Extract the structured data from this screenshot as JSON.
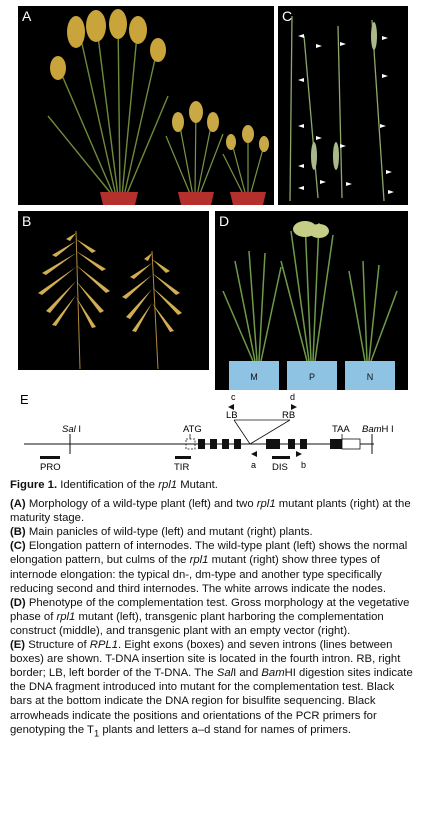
{
  "panels": {
    "a": {
      "letter": "A"
    },
    "b": {
      "letter": "B"
    },
    "c": {
      "letter": "C"
    },
    "d": {
      "letter": "D",
      "pot_labels": [
        "M",
        "P",
        "N"
      ]
    },
    "e": {
      "letter": "E"
    }
  },
  "gene_diagram": {
    "labels": {
      "sal": "Sal",
      "sal_suffix": " I",
      "atg": "ATG",
      "lb": "LB",
      "rb": "RB",
      "taa": "TAA",
      "bam": "Bam",
      "bam_suffix": "H I",
      "pro": "PRO",
      "tir": "TIR",
      "dis": "DIS",
      "primer_a": "a",
      "primer_b": "b",
      "primer_c": "c",
      "primer_d": "d"
    }
  },
  "caption": {
    "figure_label": "Figure 1.",
    "title_pre": "Identification of the ",
    "title_gene": "rpl1",
    "title_post": " Mutant.",
    "a_label": "(A)",
    "a_text_1": " Morphology of a wild-type plant (left) and two ",
    "a_gene": "rpl1",
    "a_text_2": " mutant plants (right) at the maturity stage.",
    "b_label": "(B)",
    "b_text": " Main panicles of wild-type (left) and mutant (right) plants.",
    "c_label": "(C)",
    "c_text_1": " Elongation pattern of internodes. The wild-type plant (left) shows the normal elongation pattern, but culms of the ",
    "c_gene": "rpl1",
    "c_text_2": " mutant (right) show three types of internode elongation: the typical dn-, dm-type and another type specifically reducing second and third internodes. The white arrows indicate the nodes.",
    "d_label": "(D)",
    "d_text_1": " Phenotype of the complementation test. Gross morphology at the vegetative phase of ",
    "d_gene": "rpl1",
    "d_text_2": " mutant (left), transgenic plant harboring the complementation construct (middle), and transgenic plant with an empty vector (right).",
    "e_label": "(E)",
    "e_text_1": " Structure of ",
    "e_gene": "RPL1",
    "e_text_2": ". Eight exons (boxes) and seven introns (lines between boxes) are shown. T-DNA insertion site is located in the fourth intron. RB, right border; LB, left border of the T-DNA. The ",
    "e_sal": "Sal",
    "e_text_3": "I and ",
    "e_bam": "Bam",
    "e_text_4": "HI digestion sites indicate the DNA fragment introduced into mutant for the complementation test. Black bars at the bottom indicate the DNA region for bisulfite sequencing. Black arrowheads indicate the positions and orientations of the PCR primers for genotyping the T",
    "e_sub": "1",
    "e_text_5": " plants and letters a–d stand for names of primers."
  }
}
